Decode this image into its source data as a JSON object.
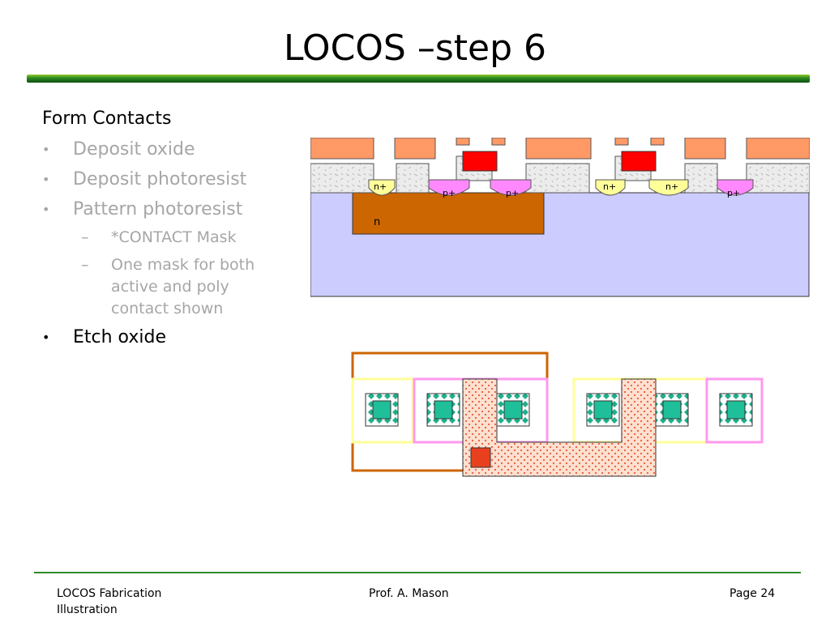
{
  "slide": {
    "title": "LOCOS –step 6"
  },
  "content": {
    "heading": "Form Contacts",
    "bullets": [
      {
        "text": "Deposit oxide",
        "active": false
      },
      {
        "text": "Deposit photoresist",
        "active": false
      },
      {
        "text": "Pattern photoresist",
        "active": false
      }
    ],
    "sub_bullets": [
      {
        "lines": [
          "*CONTACT Mask"
        ]
      },
      {
        "lines": [
          "One mask for both",
          "active and poly",
          "contact shown"
        ]
      }
    ],
    "final_bullet": {
      "text": "Etch oxide",
      "active": true
    }
  },
  "cross_section": {
    "labels": {
      "n_well": "n",
      "n_plus": "n+",
      "p_plus": "p+"
    },
    "colors": {
      "substrate": "#ccccff",
      "n_well": "#cc6600",
      "p_plus": "#ff88ff",
      "n_plus": "#ffff99",
      "field_oxide": "#e8e8e8",
      "gate": "#ff0000",
      "photoresist": "#ff9966"
    }
  },
  "footer": {
    "left": [
      "LOCOS Fabrication",
      "Illustration"
    ],
    "center": "Prof. A. Mason",
    "right": "Page 24"
  }
}
